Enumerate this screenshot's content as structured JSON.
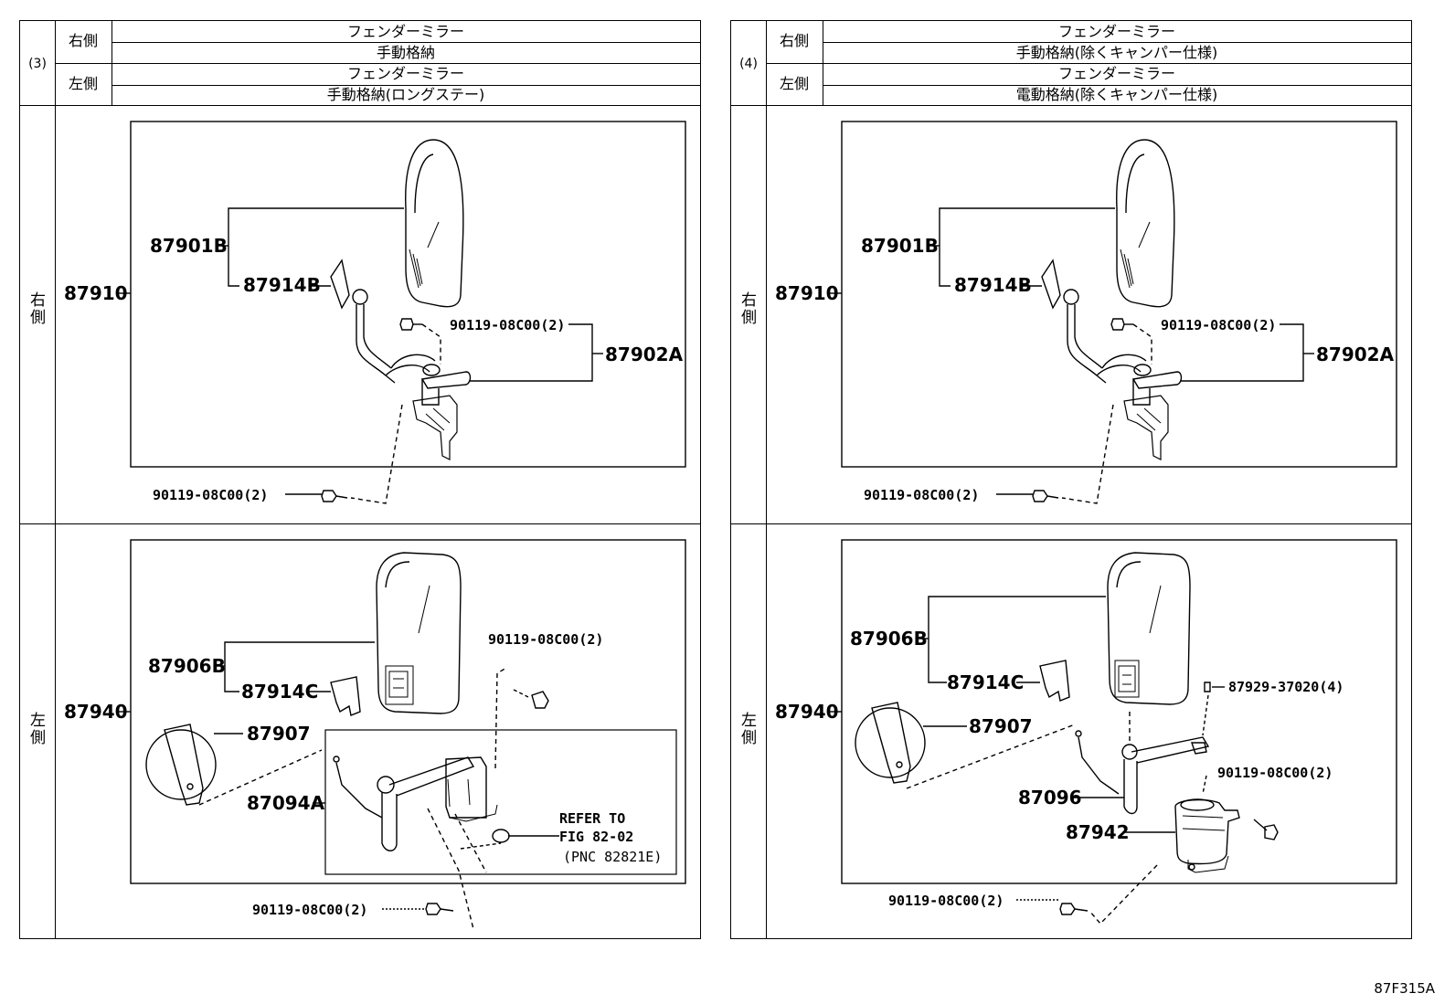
{
  "panels": [
    {
      "no": "(3)",
      "right_side_label": "右側",
      "left_side_label": "左側",
      "right_title": "フェンダーミラー",
      "right_sub": "手動格納",
      "left_title": "フェンダーミラー",
      "left_sub": "手動格納(ロングステー)",
      "row_right": "右側",
      "row_left": "左側",
      "upper": {
        "assy": "87910",
        "mirror": "87901B",
        "cover": "87914B",
        "bolt_top": "90119-08C00(2)",
        "stay": "87902A",
        "bolt_bottom": "90119-08C00(2)"
      },
      "lower": {
        "assy": "87940",
        "mirror": "87906B",
        "cover": "87914C",
        "sub_mirror": "87907",
        "stay": "87094A",
        "bolt_top": "90119-08C00(2)",
        "refer1": "REFER TO",
        "refer2": "FIG 82-02",
        "refer3": "(PNC 82821E)",
        "bolt_bottom": "90119-08C00(2)"
      }
    },
    {
      "no": "(4)",
      "right_side_label": "右側",
      "left_side_label": "左側",
      "right_title": "フェンダーミラー",
      "right_sub": "手動格納(除くキャンパー仕様)",
      "left_title": "フェンダーミラー",
      "left_sub": "電動格納(除くキャンパー仕様)",
      "row_right": "右側",
      "row_left": "左側",
      "upper": {
        "assy": "87910",
        "mirror": "87901B",
        "cover": "87914B",
        "bolt_top": "90119-08C00(2)",
        "stay": "87902A",
        "bolt_bottom": "90119-08C00(2)"
      },
      "lower": {
        "assy": "87940",
        "mirror": "87906B",
        "cover": "87914C",
        "sub_mirror": "87907",
        "screw": "87929-37020(4)",
        "stay": "87096",
        "bolt_top": "90119-08C00(2)",
        "motor": "87942",
        "bolt_bottom": "90119-08C00(2)"
      }
    }
  ],
  "figure_code": "87F315A"
}
